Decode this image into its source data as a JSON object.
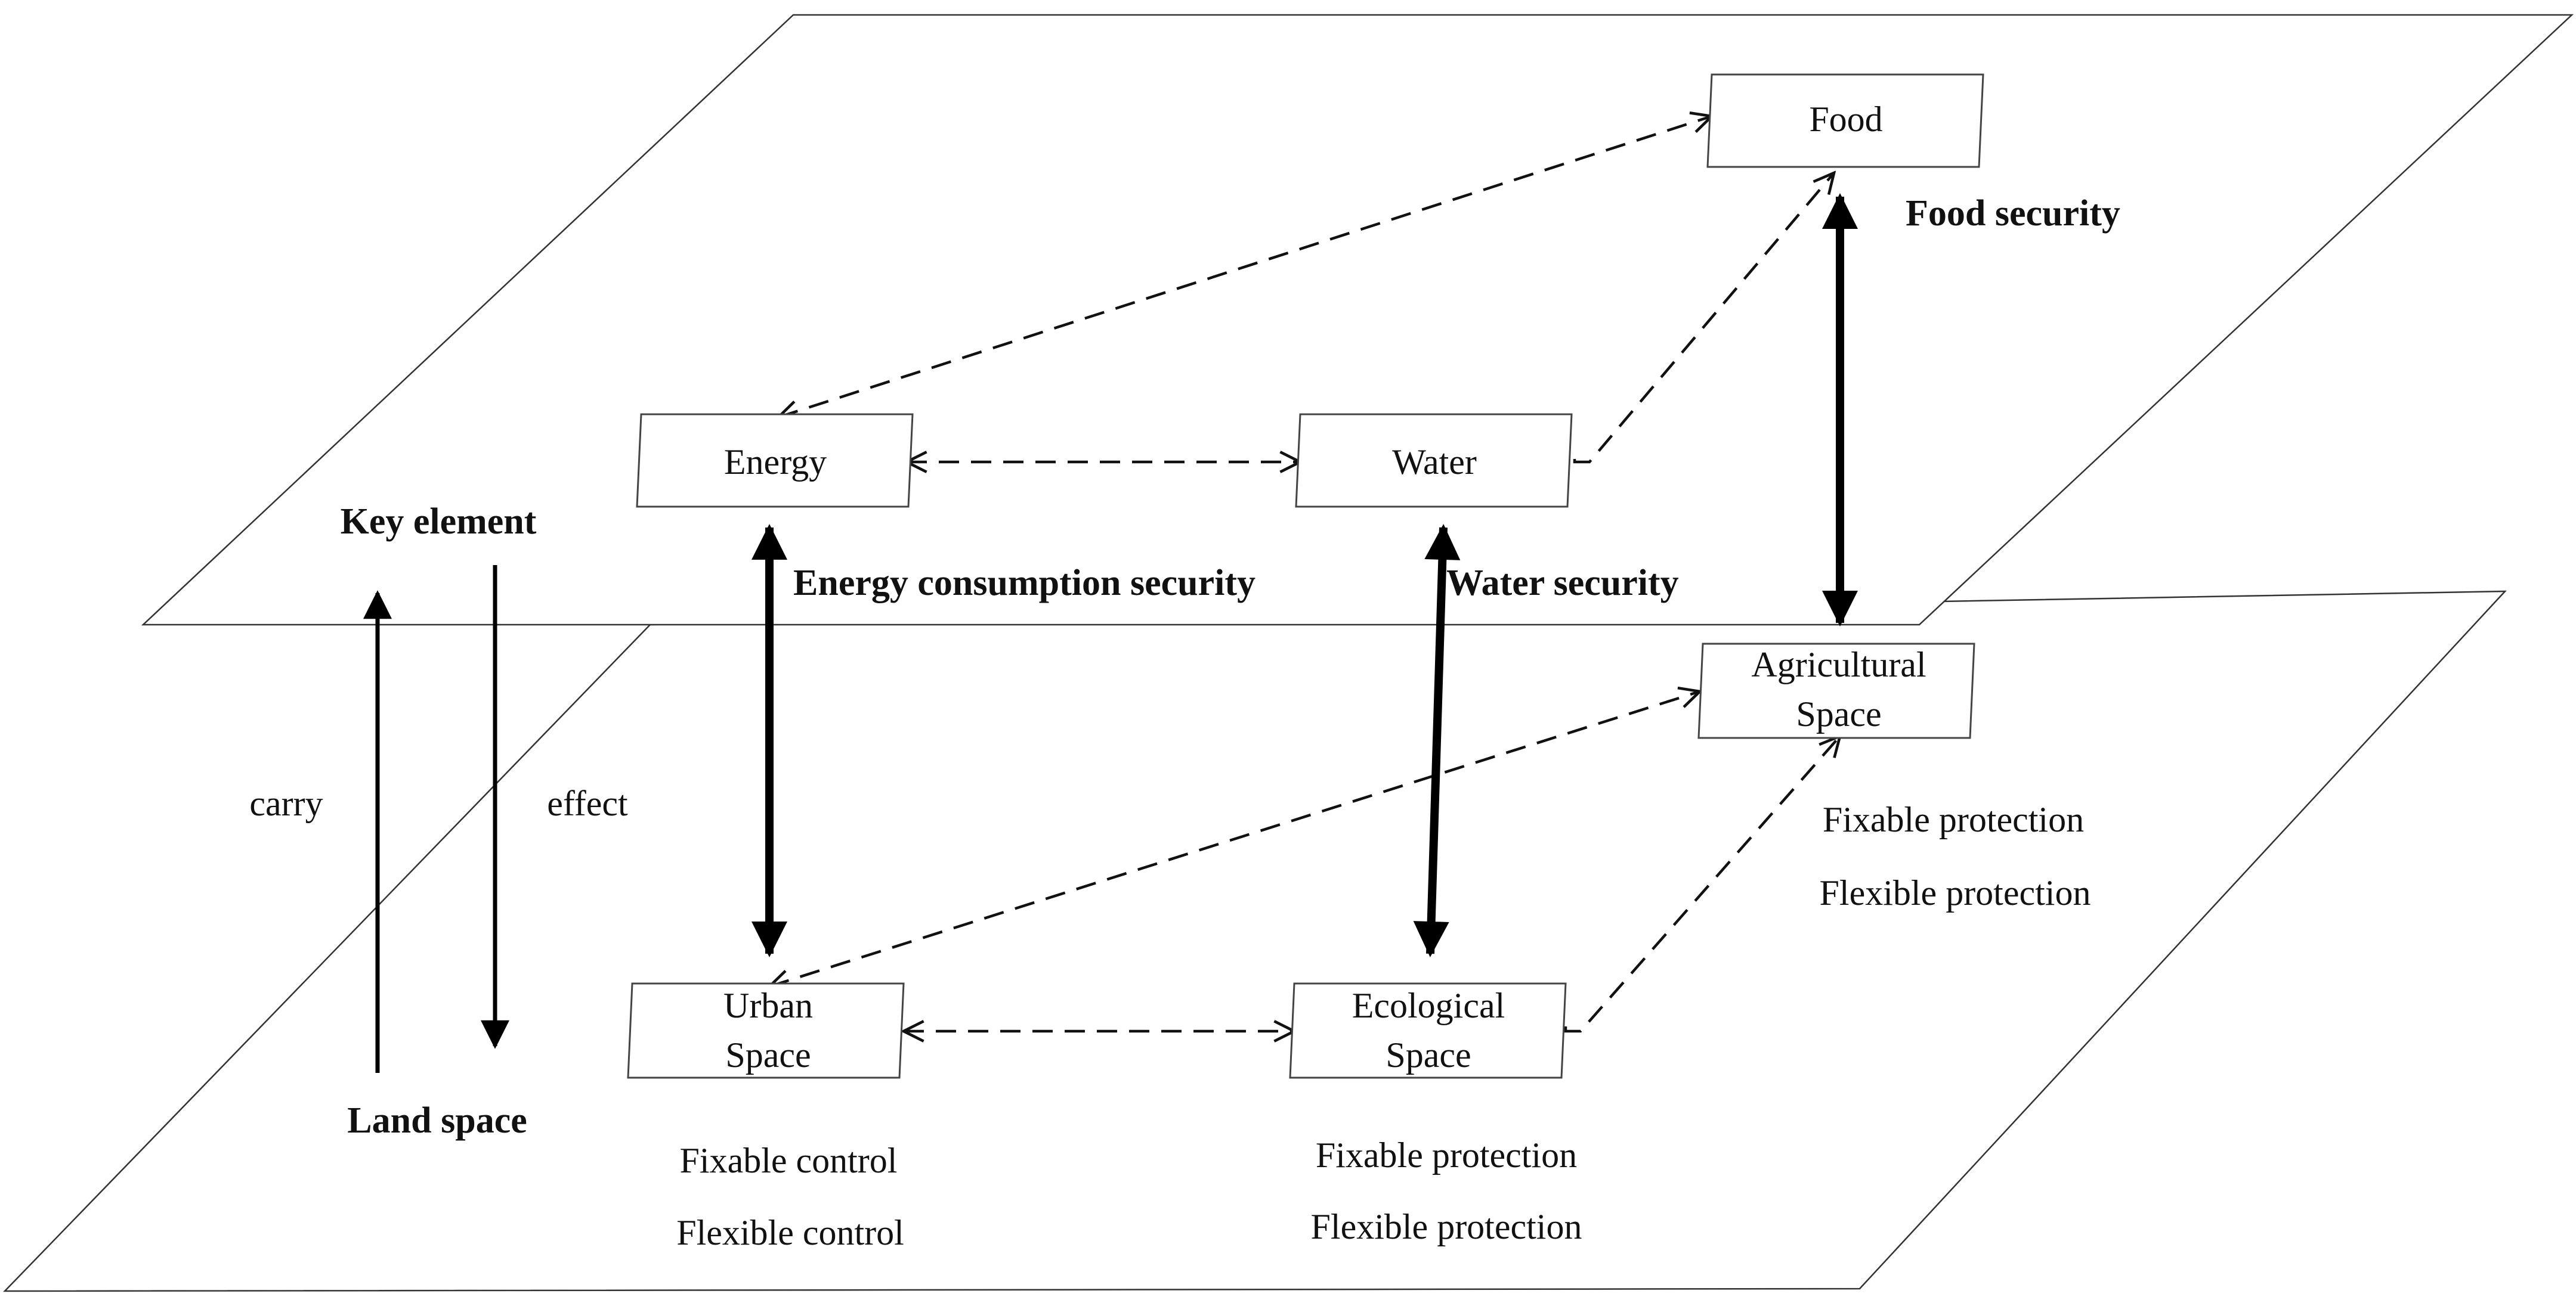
{
  "nodes": {
    "food": "Food",
    "energy": "Energy",
    "water": "Water",
    "agricultural_line1": "Agricultural",
    "agricultural_line2": "Space",
    "urban_line1": "Urban",
    "urban_line2": "Space",
    "ecological_line1": "Ecological",
    "ecological_line2": "Space"
  },
  "securities": {
    "food": "Food security",
    "energy": "Energy consumption security",
    "water": "Water security"
  },
  "axis": {
    "top_label": "Key element",
    "bottom_label": "Land space",
    "up_label": "carry",
    "down_label": "effect"
  },
  "annotations": {
    "agricultural_line1": "Fixable protection",
    "agricultural_line2": "Flexible protection",
    "urban_line1": "Fixable control",
    "urban_line2": "Flexible control",
    "ecological_line1": "Fixable protection",
    "ecological_line2": "Flexible protection"
  }
}
